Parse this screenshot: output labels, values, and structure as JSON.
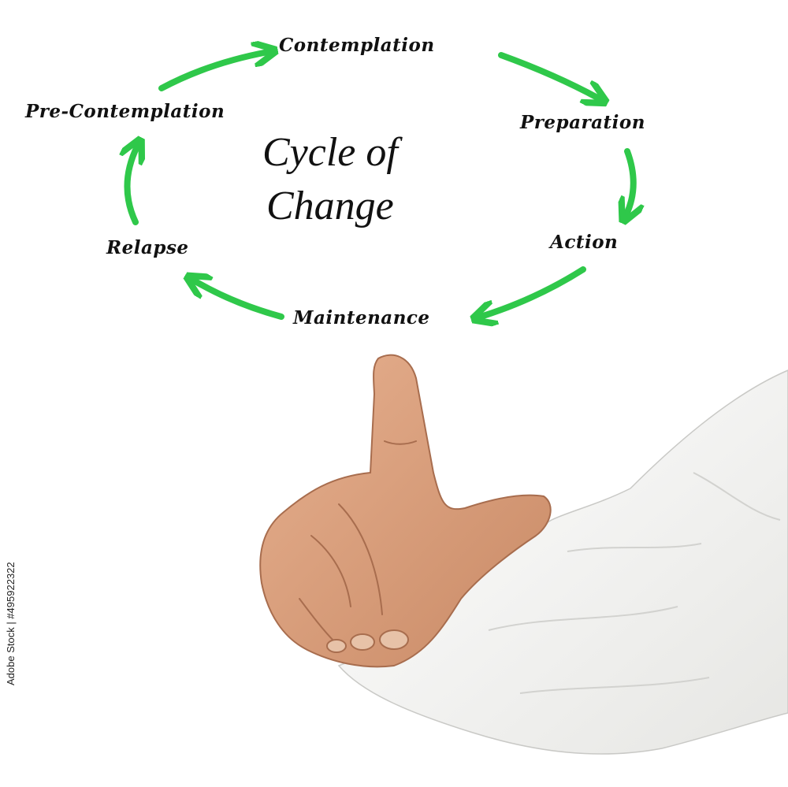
{
  "diagram": {
    "title_lines": [
      "Cycle of",
      "Change"
    ],
    "stages": [
      {
        "label": "Contemplation"
      },
      {
        "label": "Preparation"
      },
      {
        "label": "Action"
      },
      {
        "label": "Maintenance"
      },
      {
        "label": "Relapse"
      },
      {
        "label": "Pre-Contemplation"
      }
    ],
    "arrow_color": "#2fc84a",
    "text_color": "#111111"
  },
  "photo": {
    "subject": "hand pointing upward with index finger",
    "sleeve_color": "#f6f6f4",
    "skin_color": "#d9a07c"
  },
  "stock_id": "495922322",
  "stock_brand": "Adobe Stock"
}
